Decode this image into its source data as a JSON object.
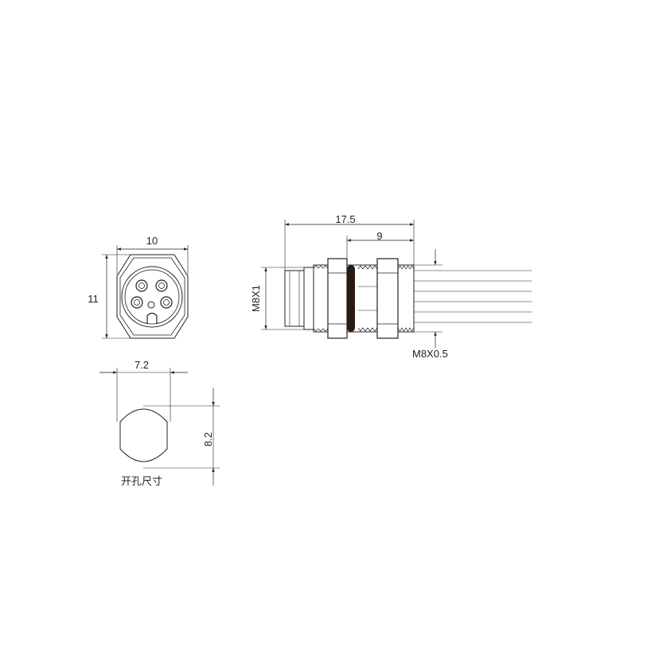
{
  "dimensions": {
    "front_width": "10",
    "front_height": "11",
    "total_length": "17.5",
    "thread_length": "9",
    "front_thread": "M8X1",
    "rear_thread": "M8X0.5",
    "cutout_width": "7.2",
    "cutout_height": "8.2"
  },
  "labels": {
    "cutout_caption": "开孔尺寸"
  },
  "colors": {
    "line": "#231f20",
    "oring": "#2a1a14"
  }
}
